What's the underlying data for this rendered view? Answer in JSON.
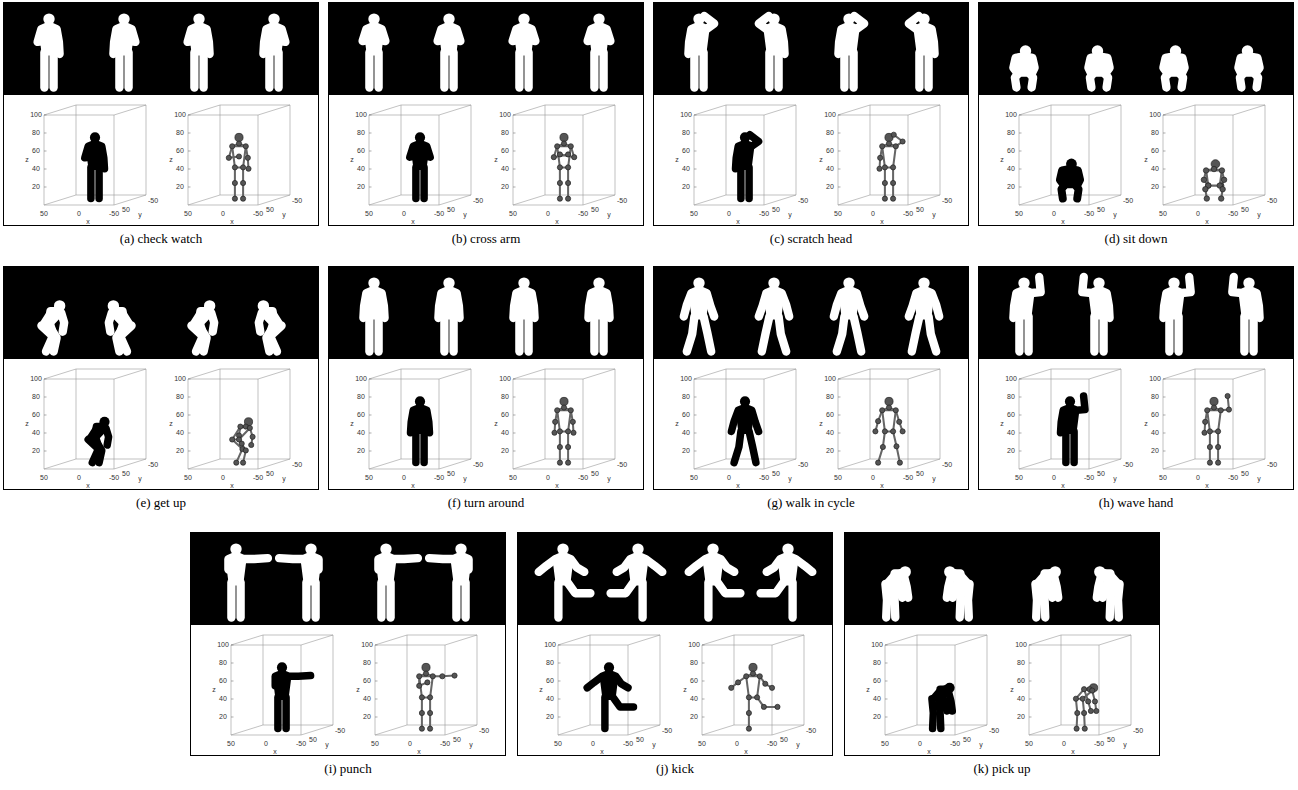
{
  "diagram": {
    "nodes": [
      {
        "text": [
          "(a) check watch"
        ]
      },
      {
        "text": [
          "(b) cross arm"
        ]
      },
      {
        "text": [
          "(c) scratch head"
        ]
      },
      {
        "text": [
          "(d) sit down"
        ]
      },
      {
        "text": [
          "(e) get up"
        ]
      },
      {
        "text": [
          "(f) turn around"
        ]
      },
      {
        "text": [
          "(g) walk in cycle"
        ]
      },
      {
        "text": [
          "(h) wave hand"
        ]
      },
      {
        "text": [
          "(i) punch"
        ]
      },
      {
        "text": [
          "(j) kick"
        ]
      },
      {
        "text": [
          "(k) pick up"
        ]
      }
    ],
    "labels": [
      "100",
      "80",
      "60",
      "40",
      "20",
      "z",
      "50",
      "0",
      "x",
      "-50",
      "50",
      "y",
      "-50",
      "100",
      "80",
      "60",
      "40",
      "20",
      "z",
      "50",
      "0",
      "x",
      "-50",
      "50",
      "y",
      "-50",
      "100",
      "80",
      "60",
      "40",
      "20",
      "z",
      "50",
      "0",
      "x",
      "-50",
      "50",
      "y",
      "-50",
      "100",
      "80",
      "60",
      "40",
      "20",
      "z",
      "50",
      "0",
      "x",
      "-50",
      "50",
      "y",
      "-50",
      "100",
      "80",
      "60",
      "40",
      "20",
      "z",
      "50",
      "0",
      "x",
      "-50",
      "50",
      "y",
      "-50",
      "100",
      "80",
      "60",
      "40",
      "20",
      "z",
      "50",
      "0",
      "x",
      "-50",
      "50",
      "y",
      "-50",
      "100",
      "80",
      "60",
      "40",
      "20",
      "z",
      "50",
      "0",
      "x",
      "-50",
      "50",
      "y",
      "-50",
      "100",
      "80",
      "60",
      "40",
      "20",
      "z",
      "50",
      "0",
      "x",
      "-50",
      "50",
      "y",
      "-50",
      "100",
      "80",
      "60",
      "40",
      "20",
      "z",
      "50",
      "0",
      "x",
      "-50",
      "50",
      "y",
      "-50",
      "100",
      "80",
      "60",
      "40",
      "20",
      "z",
      "50",
      "0",
      "x",
      "-50",
      "50",
      "y",
      "-50",
      "100",
      "80",
      "60",
      "40",
      "20",
      "z",
      "50",
      "0",
      "x",
      "-50",
      "50",
      "y",
      "-50",
      "100",
      "80",
      "60",
      "40",
      "20",
      "z",
      "50",
      "0",
      "x",
      "-50",
      "50",
      "y",
      "-50",
      "100",
      "80",
      "60",
      "40",
      "20",
      "z",
      "50",
      "0",
      "x",
      "-50",
      "50",
      "y",
      "-50",
      "100",
      "80",
      "60",
      "40",
      "20",
      "z",
      "50",
      "0",
      "x",
      "-50",
      "50",
      "y",
      "-50",
      "100",
      "80",
      "60",
      "40",
      "20",
      "z",
      "50",
      "0",
      "x",
      "-50",
      "50",
      "y",
      "-50",
      "100",
      "80",
      "60",
      "40",
      "20",
      "z",
      "50",
      "0",
      "x",
      "-50",
      "50",
      "y",
      "-50",
      "100",
      "80",
      "60",
      "40",
      "20",
      "z",
      "50",
      "0",
      "x",
      "-50",
      "50",
      "y",
      "-50",
      "100",
      "80",
      "60",
      "40",
      "20",
      "z",
      "50",
      "0",
      "x",
      "-50",
      "50",
      "y",
      "-50",
      "100",
      "80",
      "60",
      "40",
      "20",
      "z",
      "50",
      "0",
      "x",
      "-50",
      "50",
      "y",
      "-50",
      "100",
      "80",
      "60",
      "40",
      "20",
      "z",
      "50",
      "0",
      "x",
      "-50",
      "50",
      "y",
      "-50",
      "100",
      "80",
      "60",
      "40",
      "20",
      "z",
      "50",
      "0",
      "x",
      "-50",
      "50",
      "y",
      "-50",
      "100",
      "80",
      "60",
      "40",
      "20",
      "z",
      "50",
      "0",
      "x",
      "-50",
      "50",
      "y",
      "-50"
    ]
  }
}
